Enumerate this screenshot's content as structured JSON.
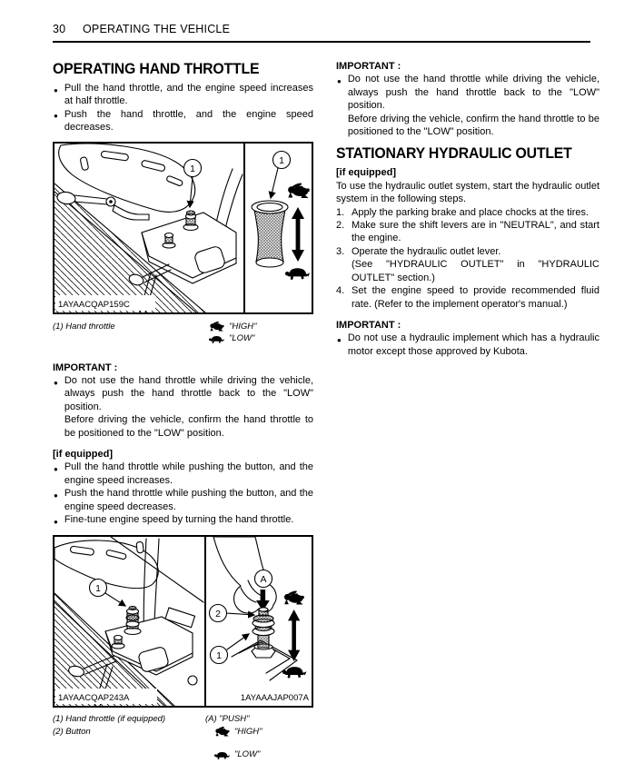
{
  "header": {
    "page_number": "30",
    "title": "OPERATING THE VEHICLE"
  },
  "left": {
    "throttle_title": "OPERATING HAND THROTTLE",
    "throttle_bullets": [
      "Pull the hand throttle, and the engine speed increases at half throttle.",
      "Push the hand throttle, and the engine speed decreases."
    ],
    "fig1": {
      "code": "1AYAACQAP159C",
      "callout_1": "1",
      "legend_item_1": "(1) Hand throttle",
      "high": "\"HIGH\"",
      "low": "\"LOW\""
    },
    "important_1": {
      "label": "IMPORTANT :",
      "text_1": "Do not use the hand throttle while driving the vehicle, always push the hand throttle back to the \"LOW\" position.",
      "text_2": "Before driving the vehicle, confirm the hand throttle to be positioned to the \"LOW\" position."
    },
    "if_equipped_label": "[if equipped]",
    "equipped_bullets": [
      "Pull the hand throttle while pushing the button, and the engine speed increases.",
      "Push the hand throttle while pushing the button, and the engine speed decreases.",
      "Fine-tune engine speed by turning the hand throttle."
    ],
    "fig2": {
      "code_left": "1AYAACQAP243A",
      "code_right": "1AYAAAJAP007A",
      "callout_1": "1",
      "callout_2": "2",
      "callout_a": "A",
      "legend_item_1": "(1) Hand throttle (if equipped)",
      "legend_item_2": "(2) Button",
      "legend_item_a": "(A) \"PUSH\"",
      "high": "\"HIGH\"",
      "low": "\"LOW\""
    }
  },
  "right": {
    "important_2": {
      "label": "IMPORTANT :",
      "text_1": "Do not use the hand throttle while driving the vehicle, always push the hand throttle back to the \"LOW\" position.",
      "text_2": "Before driving the vehicle, confirm the hand throttle to be positioned to the \"LOW\" position."
    },
    "hydraulic_title": "STATIONARY HYDRAULIC OUTLET",
    "if_equipped_label": "[if equipped]",
    "intro": "To use the hydraulic outlet system, start the hydraulic outlet system in the following steps.",
    "steps": [
      {
        "num": "1.",
        "text": "Apply the parking brake and place chocks at the tires."
      },
      {
        "num": "2.",
        "text": "Make sure the shift levers are in \"NEUTRAL\", and start the engine."
      },
      {
        "num": "3.",
        "text": "Operate the hydraulic outlet lever.",
        "sub": "(See \"HYDRAULIC OUTLET\" in \"HYDRAULIC OUTLET\" section.)"
      },
      {
        "num": "4.",
        "text": "Set the engine speed to provide recommended fluid rate. (Refer to the implement operator's manual.)"
      }
    ],
    "important_3": {
      "label": "IMPORTANT :",
      "text_1": "Do not use a hydraulic implement which has a hydraulic motor except those approved by Kubota."
    }
  },
  "icons": {
    "high": "rabbit",
    "low": "turtle",
    "push": "solid-down-arrow",
    "speed_range": "double-headed-vertical-arrow"
  },
  "colors": {
    "ink": "#000000",
    "paper": "#ffffff"
  }
}
